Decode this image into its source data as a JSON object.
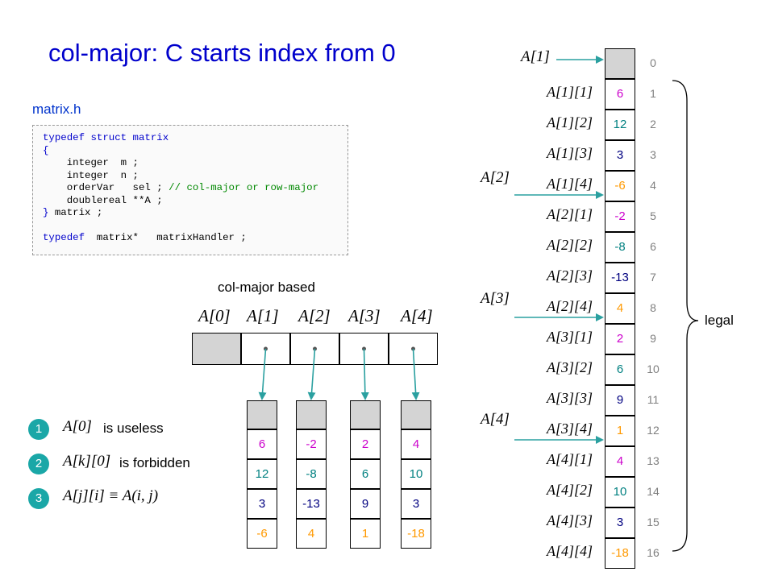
{
  "title": "col-major: C starts index from 0",
  "file_label": "matrix.h",
  "code_lines": [
    [
      [
        "kw",
        "typedef struct matrix"
      ]
    ],
    [
      [
        "kw",
        "{"
      ]
    ],
    [
      [
        "",
        "    integer  m ;"
      ]
    ],
    [
      [
        "",
        "    integer  n ;"
      ]
    ],
    [
      [
        "",
        "    orderVar   sel ; "
      ],
      [
        "cm",
        "// col-major or row-major"
      ]
    ],
    [
      [
        "",
        "    doublereal **A ;"
      ]
    ],
    [
      [
        "kw",
        "}"
      ],
      [
        "",
        " matrix ;"
      ]
    ],
    [
      [
        "",
        ""
      ]
    ],
    [
      [
        "kw",
        "typedef"
      ],
      [
        "",
        "  matrix*   matrixHandler ;"
      ]
    ]
  ],
  "col_major_label": "col-major based",
  "pointer_labels": [
    "A[0]",
    "A[1]",
    "A[2]",
    "A[3]",
    "A[4]"
  ],
  "columns": [
    {
      "values": [
        "6",
        "12",
        "3",
        "-6"
      ],
      "colors": [
        "#cc00cc",
        "#008080",
        "#000080",
        "#ff9900"
      ]
    },
    {
      "values": [
        "-2",
        "-8",
        "-13",
        "4"
      ],
      "colors": [
        "#cc00cc",
        "#008080",
        "#000080",
        "#ff9900"
      ]
    },
    {
      "values": [
        "2",
        "6",
        "9",
        "1"
      ],
      "colors": [
        "#cc00cc",
        "#008080",
        "#000080",
        "#ff9900"
      ]
    },
    {
      "values": [
        "4",
        "10",
        "3",
        "-18"
      ],
      "colors": [
        "#cc00cc",
        "#008080",
        "#000080",
        "#ff9900"
      ]
    }
  ],
  "rules": [
    {
      "num": "1",
      "expr": "A[0]",
      "text": "is useless"
    },
    {
      "num": "2",
      "expr": "A[k][0]",
      "text": "is forbidden"
    },
    {
      "num": "3",
      "expr": "A[j][i] ≡ A(i, j)",
      "text": ""
    }
  ],
  "memory": {
    "values": [
      "",
      "6",
      "12",
      "3",
      "-6",
      "-2",
      "-8",
      "-13",
      "4",
      "2",
      "6",
      "9",
      "1",
      "4",
      "10",
      "3",
      "-18"
    ],
    "colors": [
      "",
      "#cc00cc",
      "#008080",
      "#000080",
      "#ff9900",
      "#cc00cc",
      "#008080",
      "#000080",
      "#ff9900",
      "#cc00cc",
      "#008080",
      "#000080",
      "#ff9900",
      "#cc00cc",
      "#008080",
      "#000080",
      "#ff9900"
    ],
    "indices": [
      "0",
      "1",
      "2",
      "3",
      "4",
      "5",
      "6",
      "7",
      "8",
      "9",
      "10",
      "11",
      "12",
      "13",
      "14",
      "15",
      "16"
    ],
    "element_labels": [
      "A[1][1]",
      "A[1][2]",
      "A[1][3]",
      "A[1][4]",
      "A[2][1]",
      "A[2][2]",
      "A[2][3]",
      "A[2][4]",
      "A[3][1]",
      "A[3][2]",
      "A[3][3]",
      "A[3][4]",
      "A[4][1]",
      "A[4][2]",
      "A[4][3]",
      "A[4][4]"
    ],
    "row_pointers": [
      "A[1]",
      "A[2]",
      "A[3]",
      "A[4]"
    ]
  },
  "legal_label": "legal",
  "colors": {
    "title": "#0000cc",
    "arrow": "#2aa0a0",
    "teal": "#1aa7a7",
    "gray": "#d4d4d4"
  }
}
